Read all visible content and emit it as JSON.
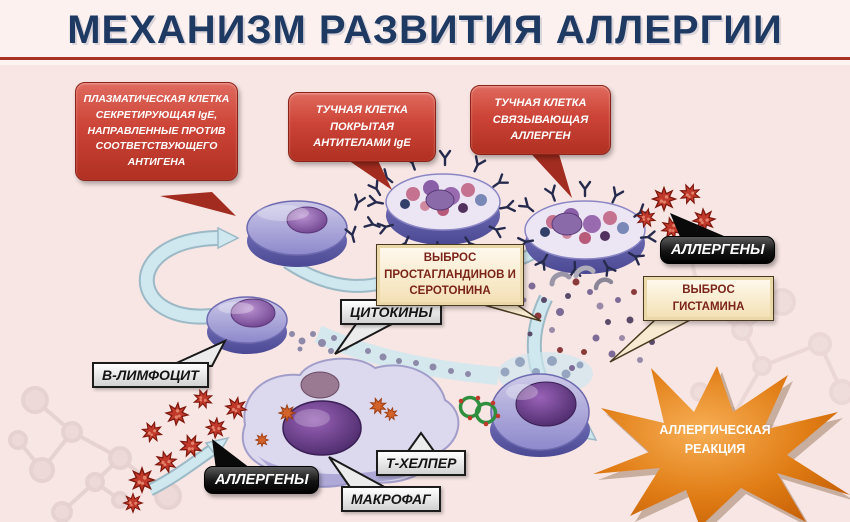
{
  "title": "МЕХАНИЗМ РАЗВИТИЯ АЛЛЕРГИИ",
  "callouts": {
    "plasma": "ПЛАЗМАТИЧЕСКАЯ КЛЕТКА СЕКРЕТИРУЮЩАЯ IgE, НАПРАВЛЕННЫЕ ПРОТИВ СООТВЕТСТВУЮЩЕГО АНТИГЕНА",
    "mast_ige": "ТУЧНАЯ КЛЕТКА ПОКРЫТАЯ АНТИТЕЛАМИ IgE",
    "mast_allergen": "ТУЧНАЯ КЛЕТКА СВЯЗЫВАЮЩАЯ АЛЛЕРГЕН"
  },
  "labels": {
    "allergens_top": "АЛЛЕРГЕНЫ",
    "allergens_bottom": "АЛЛЕРГЕНЫ",
    "b_lymphocyte": "В-ЛИМФОЦИТ",
    "cytokines": "ЦИТОКИНЫ",
    "t_helper": "Т-ХЕЛПЕР",
    "macrophage": "МАКРОФАГ",
    "histamine_release": "ВЫБРОС ГИСТАМИНА",
    "prostaglandin_release": "ВЫБРОС ПРОСТАГЛАНДИНОВ И СЕРОТОНИНА",
    "allergic_reaction": "АЛЛЕРГИЧЕСКАЯ РЕАКЦИЯ"
  },
  "colors": {
    "background": "#f8e6e4",
    "title": "#1e3a63",
    "title_rule": "#a93226",
    "callout_red": "#c0392b",
    "label_black": "#111111",
    "label_gray": "#d9d9d9",
    "label_cream": "#f5e6c4",
    "starburst_orange": "#e07c14",
    "arrow_blue": "#cfe7ef",
    "cell_purple": "#8d89cc"
  }
}
